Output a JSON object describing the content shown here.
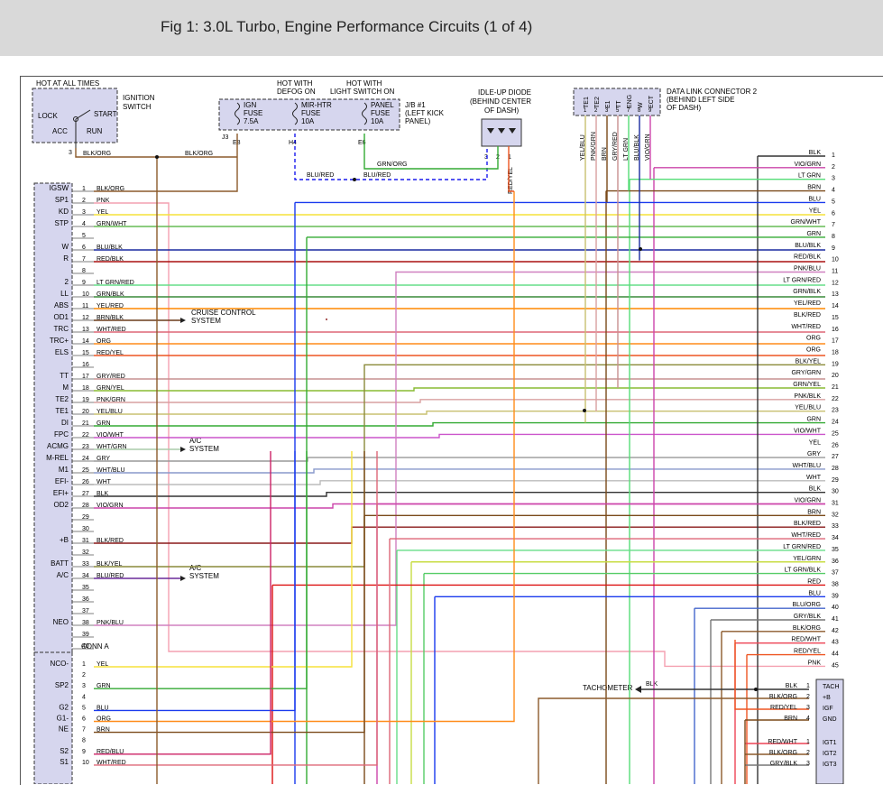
{
  "title": "Fig 1: 3.0L Turbo, Engine Performance Circuits (1 of 4)",
  "components": {
    "hot_at_all_times": "HOT AT ALL TIMES",
    "ignition_switch": [
      "IGNITION",
      "SWITCH"
    ],
    "ign_positions": {
      "lock": "LOCK",
      "start": "START",
      "acc": "ACC",
      "run": "RUN"
    },
    "hot_with_defog": [
      "HOT WITH",
      "DEFOG ON"
    ],
    "hot_with_light": [
      "HOT WITH",
      "LIGHT SWITCH ON"
    ],
    "jb1": [
      "J/B #1",
      "(LEFT KICK",
      "PANEL)"
    ],
    "fuses": [
      {
        "name": [
          "IGN",
          "FUSE",
          "7.5A"
        ],
        "conn": "E8"
      },
      {
        "name": [
          "MIR-HTR",
          "FUSE",
          "10A"
        ],
        "conn": "H4"
      },
      {
        "name": [
          "PANEL",
          "FUSE",
          "10A"
        ],
        "conn": "E6"
      }
    ],
    "ign_conn": "J3",
    "idle_up_diode": [
      "IDLE-UP DIODE",
      "(BEHIND CENTER",
      "OF DASH)"
    ],
    "dlc2": [
      "DATA LINK CONNECTOR 2",
      "(BEHIND LEFT SIDE",
      "OF DASH)"
    ],
    "dlc_pins": [
      {
        "pin": "TE1",
        "num": "1",
        "wire": "YEL/BLU"
      },
      {
        "pin": "TE2",
        "num": "2",
        "wire": "PNK/GRN"
      },
      {
        "pin": "E1",
        "num": "3",
        "wire": "BRN"
      },
      {
        "pin": "TT",
        "num": "5",
        "wire": "GRY/RED"
      },
      {
        "pin": "ENG",
        "num": "7",
        "wire": "LT GRN"
      },
      {
        "pin": "W",
        "num": "8",
        "wire": "BLU/BLK"
      },
      {
        "pin": "ECT",
        "num": "9",
        "wire": "VIO/GRN"
      }
    ],
    "top_wires": {
      "blk_org_1": "BLK/ORG",
      "blk_org_2": "BLK/ORG",
      "grn_org": "GRN/ORG",
      "blu_red_1": "BLU/RED",
      "blu_red_2": "BLU/RED",
      "red_yel": "RED/YEL",
      "diode_pins": [
        "3",
        "2",
        "1"
      ],
      "ign_pin": "3"
    },
    "cruise": [
      "CRUISE CONTROL",
      "SYSTEM"
    ],
    "ac1": [
      "A/C",
      "SYSTEM"
    ],
    "ac2": [
      "A/C",
      "SYSTEM"
    ],
    "conn_a": "CONN A",
    "tachometer": "TACHOMETER",
    "tach_wire": "BLK"
  },
  "ecm_rows": [
    {
      "label": "IGSW",
      "num": "1",
      "wire": "BLK/ORG",
      "color": "#8B5A2B"
    },
    {
      "label": "SP1",
      "num": "2",
      "wire": "PNK",
      "color": "#f4a0b0"
    },
    {
      "label": "KD",
      "num": "3",
      "wire": "YEL",
      "color": "#f5e23a"
    },
    {
      "label": "STP",
      "num": "4",
      "wire": "GRN/WHT",
      "color": "#66bb55"
    },
    {
      "label": "",
      "num": "5",
      "wire": "",
      "color": ""
    },
    {
      "label": "W",
      "num": "6",
      "wire": "BLU/BLK",
      "color": "#1a2aa0"
    },
    {
      "label": "R",
      "num": "7",
      "wire": "RED/BLK",
      "color": "#aa1111"
    },
    {
      "label": "",
      "num": "8",
      "wire": "",
      "color": ""
    },
    {
      "label": "2",
      "num": "9",
      "wire": "LT GRN/RED",
      "color": "#66dd88"
    },
    {
      "label": "LL",
      "num": "10",
      "wire": "GRN/BLK",
      "color": "#3a8a3a"
    },
    {
      "label": "ABS",
      "num": "11",
      "wire": "YEL/RED",
      "color": "#ff8800"
    },
    {
      "label": "OD1",
      "num": "12",
      "wire": "BRN/BLK",
      "color": "#6b3b1b"
    },
    {
      "label": "TRC",
      "num": "13",
      "wire": "WHT/RED",
      "color": "#dd6677"
    },
    {
      "label": "TRC+",
      "num": "14",
      "wire": "ORG",
      "color": "#ff8c1a"
    },
    {
      "label": "ELS",
      "num": "15",
      "wire": "RED/YEL",
      "color": "#ee5522"
    },
    {
      "label": "",
      "num": "16",
      "wire": "",
      "color": ""
    },
    {
      "label": "TT",
      "num": "17",
      "wire": "GRY/RED",
      "color": "#c79090"
    },
    {
      "label": "M",
      "num": "18",
      "wire": "GRN/YEL",
      "color": "#88bb33"
    },
    {
      "label": "TE2",
      "num": "19",
      "wire": "PNK/GRN",
      "color": "#d9a0a0"
    },
    {
      "label": "TE1",
      "num": "20",
      "wire": "YEL/BLU",
      "color": "#c8c070"
    },
    {
      "label": "DI",
      "num": "21",
      "wire": "GRN",
      "color": "#33aa33"
    },
    {
      "label": "FPC",
      "num": "22",
      "wire": "VIO/WHT",
      "color": "#cc55cc"
    },
    {
      "label": "ACMG",
      "num": "23",
      "wire": "WHT/GRN",
      "color": "#aaccaa"
    },
    {
      "label": "M-REL",
      "num": "24",
      "wire": "GRY",
      "color": "#999999"
    },
    {
      "label": "M1",
      "num": "25",
      "wire": "WHT/BLU",
      "color": "#8899cc"
    },
    {
      "label": "EFI-",
      "num": "26",
      "wire": "WHT",
      "color": "#bbbbbb"
    },
    {
      "label": "EFI+",
      "num": "27",
      "wire": "BLK",
      "color": "#333333"
    },
    {
      "label": "OD2",
      "num": "28",
      "wire": "VIO/GRN",
      "color": "#cc44aa"
    },
    {
      "label": "",
      "num": "29",
      "wire": "",
      "color": ""
    },
    {
      "label": "",
      "num": "30",
      "wire": "",
      "color": ""
    },
    {
      "label": "+B",
      "num": "31",
      "wire": "BLK/RED",
      "color": "#8a1a1a"
    },
    {
      "label": "",
      "num": "32",
      "wire": "",
      "color": ""
    },
    {
      "label": "BATT",
      "num": "33",
      "wire": "BLK/YEL",
      "color": "#8a8a3a"
    },
    {
      "label": "A/C",
      "num": "34",
      "wire": "BLU/RED",
      "color": "#6a2a9a"
    },
    {
      "label": "",
      "num": "35",
      "wire": "",
      "color": ""
    },
    {
      "label": "",
      "num": "36",
      "wire": "",
      "color": ""
    },
    {
      "label": "",
      "num": "37",
      "wire": "",
      "color": ""
    },
    {
      "label": "NEO",
      "num": "38",
      "wire": "PNK/BLU",
      "color": "#d080c0"
    },
    {
      "label": "",
      "num": "39",
      "wire": "",
      "color": ""
    },
    {
      "label": "",
      "num": "40",
      "wire": "",
      "color": ""
    }
  ],
  "conn_a_rows": [
    {
      "label": "NCO-",
      "num": "1",
      "wire": "YEL",
      "color": "#f5e23a"
    },
    {
      "label": "",
      "num": "2",
      "wire": "",
      "color": ""
    },
    {
      "label": "SP2",
      "num": "3",
      "wire": "GRN",
      "color": "#33aa33"
    },
    {
      "label": "",
      "num": "4",
      "wire": "",
      "color": ""
    },
    {
      "label": "G2",
      "num": "5",
      "wire": "BLU",
      "color": "#1a3aee"
    },
    {
      "label": "G1-",
      "num": "6",
      "wire": "ORG",
      "color": "#ff8c1a"
    },
    {
      "label": "NE",
      "num": "7",
      "wire": "BRN",
      "color": "#7a4a1a"
    },
    {
      "label": "",
      "num": "8",
      "wire": "",
      "color": ""
    },
    {
      "label": "S2",
      "num": "9",
      "wire": "RED/BLU",
      "color": "#cc2266"
    },
    {
      "label": "S1",
      "num": "10",
      "wire": "WHT/RED",
      "color": "#dd6677"
    }
  ],
  "right_rows": [
    {
      "num": "1",
      "wire": "BLK",
      "color": "#333333"
    },
    {
      "num": "2",
      "wire": "VIO/GRN",
      "color": "#cc44aa"
    },
    {
      "num": "3",
      "wire": "LT GRN",
      "color": "#55dd77"
    },
    {
      "num": "4",
      "wire": "BRN",
      "color": "#7a4a1a"
    },
    {
      "num": "5",
      "wire": "BLU",
      "color": "#1a3aee"
    },
    {
      "num": "6",
      "wire": "YEL",
      "color": "#f5e23a"
    },
    {
      "num": "7",
      "wire": "GRN/WHT",
      "color": "#66bb55"
    },
    {
      "num": "8",
      "wire": "GRN",
      "color": "#33aa33"
    },
    {
      "num": "9",
      "wire": "BLU/BLK",
      "color": "#1a2aa0"
    },
    {
      "num": "10",
      "wire": "RED/BLK",
      "color": "#aa1111"
    },
    {
      "num": "11",
      "wire": "PNK/BLU",
      "color": "#d080c0"
    },
    {
      "num": "12",
      "wire": "LT GRN/RED",
      "color": "#66dd88"
    },
    {
      "num": "13",
      "wire": "GRN/BLK",
      "color": "#3a8a3a"
    },
    {
      "num": "14",
      "wire": "YEL/RED",
      "color": "#ff8800"
    },
    {
      "num": "15",
      "wire": "BLK/RED",
      "color": "#8a1a1a"
    },
    {
      "num": "16",
      "wire": "WHT/RED",
      "color": "#dd6677"
    },
    {
      "num": "17",
      "wire": "ORG",
      "color": "#ff8c1a"
    },
    {
      "num": "18",
      "wire": "ORG",
      "color": "#ff8c1a"
    },
    {
      "num": "19",
      "wire": "BLK/YEL",
      "color": "#8a8a3a"
    },
    {
      "num": "20",
      "wire": "GRY/GRN",
      "color": "#99bb99"
    },
    {
      "num": "21",
      "wire": "GRN/YEL",
      "color": "#88bb33"
    },
    {
      "num": "22",
      "wire": "PNK/BLK",
      "color": "#d9a0a0"
    },
    {
      "num": "23",
      "wire": "YEL/BLU",
      "color": "#c8c070"
    },
    {
      "num": "24",
      "wire": "GRN",
      "color": "#33aa33"
    },
    {
      "num": "25",
      "wire": "VIO/WHT",
      "color": "#cc55cc"
    },
    {
      "num": "26",
      "wire": "YEL",
      "color": "#f5e23a"
    },
    {
      "num": "27",
      "wire": "GRY",
      "color": "#999999"
    },
    {
      "num": "28",
      "wire": "WHT/BLU",
      "color": "#8899cc"
    },
    {
      "num": "29",
      "wire": "WHT",
      "color": "#bbbbbb"
    },
    {
      "num": "30",
      "wire": "BLK",
      "color": "#333333"
    },
    {
      "num": "31",
      "wire": "VIO/GRN",
      "color": "#cc44aa"
    },
    {
      "num": "32",
      "wire": "BRN",
      "color": "#7a4a1a"
    },
    {
      "num": "33",
      "wire": "BLK/RED",
      "color": "#8a1a1a"
    },
    {
      "num": "34",
      "wire": "WHT/RED",
      "color": "#dd6677"
    },
    {
      "num": "35",
      "wire": "LT GRN/RED",
      "color": "#66dd88"
    },
    {
      "num": "36",
      "wire": "YEL/GRN",
      "color": "#c8dd44"
    },
    {
      "num": "37",
      "wire": "LT GRN/BLK",
      "color": "#55cc66"
    },
    {
      "num": "38",
      "wire": "RED",
      "color": "#dd1111"
    },
    {
      "num": "39",
      "wire": "BLU",
      "color": "#1a3aee"
    },
    {
      "num": "40",
      "wire": "BLU/ORG",
      "color": "#4466cc"
    },
    {
      "num": "41",
      "wire": "GRY/BLK",
      "color": "#777777"
    },
    {
      "num": "42",
      "wire": "BLK/ORG",
      "color": "#8B5A2B"
    },
    {
      "num": "43",
      "wire": "RED/WHT",
      "color": "#ee4455"
    },
    {
      "num": "44",
      "wire": "RED/YEL",
      "color": "#ee5522"
    },
    {
      "num": "45",
      "wire": "PNK",
      "color": "#f4a0b0"
    }
  ],
  "igniter_rows": [
    {
      "wire": "BLK",
      "num": "1",
      "pin": "TACH"
    },
    {
      "wire": "BLK/ORG",
      "num": "2",
      "pin": "+B"
    },
    {
      "wire": "RED/YEL",
      "num": "3",
      "pin": "IGF"
    },
    {
      "wire": "BRN",
      "num": "4",
      "pin": "GND"
    },
    {
      "wire": "RED/WHT",
      "num": "1",
      "pin": "IGT1"
    },
    {
      "wire": "BLK/ORG",
      "num": "2",
      "pin": "IGT2"
    },
    {
      "wire": "GRY/BLK",
      "num": "3",
      "pin": "IGT3"
    }
  ]
}
